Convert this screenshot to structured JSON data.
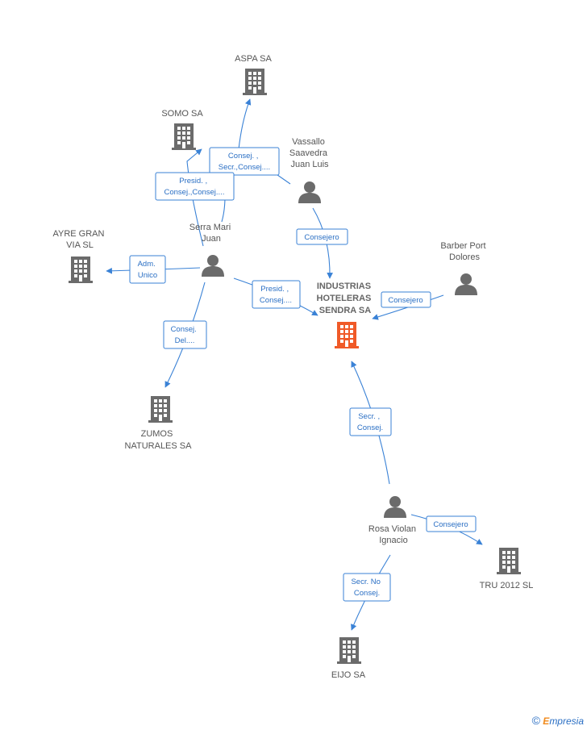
{
  "colors": {
    "accent": "#3a82d6",
    "node": "#6b6b6b",
    "main_node": "#f05a28"
  },
  "nodes": {
    "aspa": {
      "type": "company",
      "label": [
        "ASPA SA"
      ]
    },
    "somo": {
      "type": "company",
      "label": [
        "SOMO SA"
      ]
    },
    "vassallo": {
      "type": "person",
      "label": [
        "Vassallo",
        "Saavedra",
        "Juan Luis"
      ]
    },
    "serra": {
      "type": "person",
      "label": [
        "Serra Mari",
        "Juan"
      ]
    },
    "ayre": {
      "type": "company",
      "label": [
        "AYRE GRAN",
        "VIA SL"
      ]
    },
    "barber": {
      "type": "person",
      "label": [
        "Barber Port",
        "Dolores"
      ]
    },
    "main": {
      "type": "company-main",
      "label": [
        "INDUSTRIAS",
        "HOTELERAS",
        "SENDRA SA"
      ]
    },
    "zumos": {
      "type": "company",
      "label": [
        "ZUMOS",
        "NATURALES SA"
      ]
    },
    "rosa": {
      "type": "person",
      "label": [
        "Rosa Violan",
        "Ignacio"
      ]
    },
    "tru": {
      "type": "company",
      "label": [
        "TRU 2012 SL"
      ]
    },
    "eijo": {
      "type": "company",
      "label": [
        "EIJO SA"
      ]
    }
  },
  "edges": [
    {
      "label": [
        "Consej. ,",
        "Secr.,Consej...."
      ]
    },
    {
      "label": [
        "Presid. ,",
        "Consej.,Consej...."
      ]
    },
    {
      "label": [
        "Consejero"
      ]
    },
    {
      "label": [
        "Adm.",
        "Unico"
      ]
    },
    {
      "label": [
        "Presid. ,",
        "Consej...."
      ]
    },
    {
      "label": [
        "Consejero"
      ]
    },
    {
      "label": [
        "Consej.",
        "Del...."
      ]
    },
    {
      "label": [
        "Secr. ,",
        "Consej."
      ]
    },
    {
      "label": [
        "Consejero"
      ]
    },
    {
      "label": [
        "Secr.  No",
        "Consej."
      ]
    }
  ],
  "watermark": {
    "symbol": "©",
    "brand_initial": "E",
    "brand_rest": "mpresia"
  }
}
